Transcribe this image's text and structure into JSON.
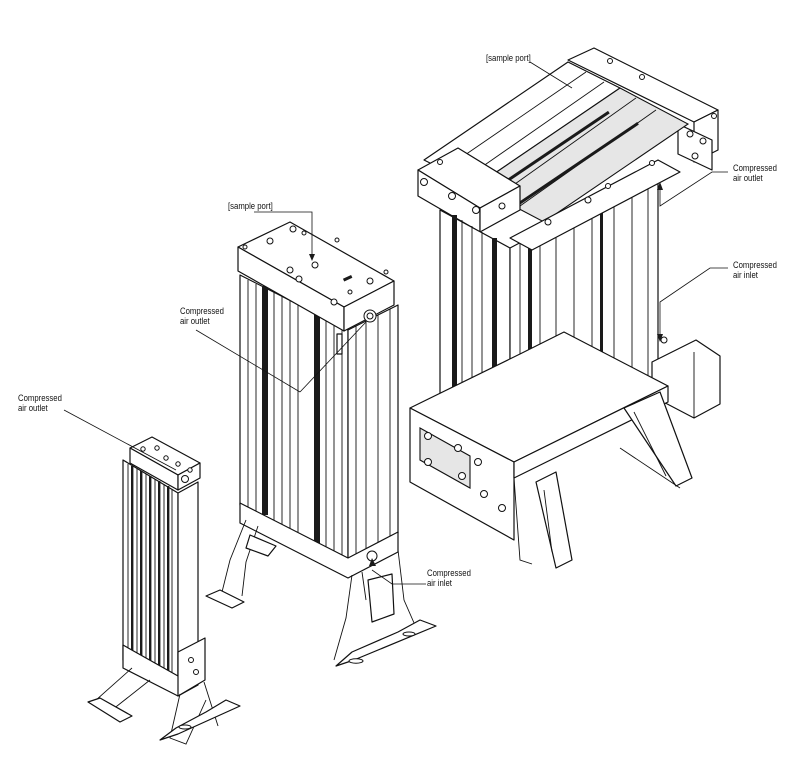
{
  "labels": {
    "small_outlet": [
      "Compressed",
      "air outlet"
    ],
    "medium_sample_port": "[sample port]",
    "medium_outlet": [
      "Compressed",
      "air outlet"
    ],
    "medium_inlet": [
      "Compressed",
      "air inlet"
    ],
    "large_sample_port": "[sample port]",
    "large_outlet": [
      "Compressed",
      "air outlet"
    ],
    "large_inlet": [
      "Compressed",
      "air inlet"
    ]
  },
  "colors": {
    "line": "#111111",
    "shade": "#e6e6e6",
    "stripe": "#1a1a1a"
  }
}
